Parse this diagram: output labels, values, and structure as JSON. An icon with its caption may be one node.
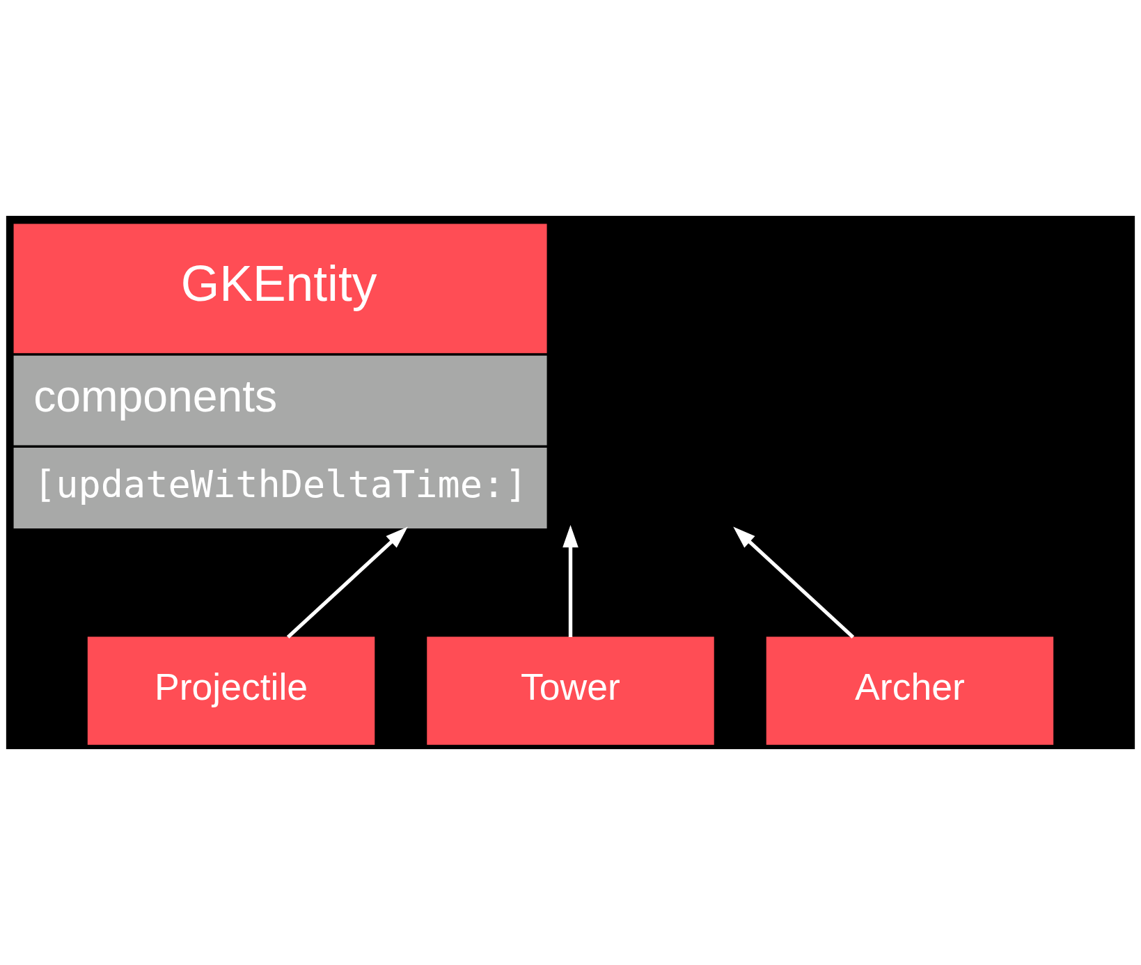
{
  "diagram": {
    "nodes": [
      {
        "text": [
          "GKEntity",
          "components",
          "[updateWithDeltaTime:]"
        ]
      },
      {
        "text": [
          "Projectile"
        ]
      },
      {
        "text": [
          "Tower"
        ]
      },
      {
        "text": [
          "Archer"
        ]
      }
    ],
    "edges": [
      {
        "from": 1,
        "to": 0,
        "arrow": "to"
      },
      {
        "from": 2,
        "to": 0,
        "arrow": "to"
      },
      {
        "from": 3,
        "to": 0,
        "arrow": "to"
      }
    ]
  }
}
